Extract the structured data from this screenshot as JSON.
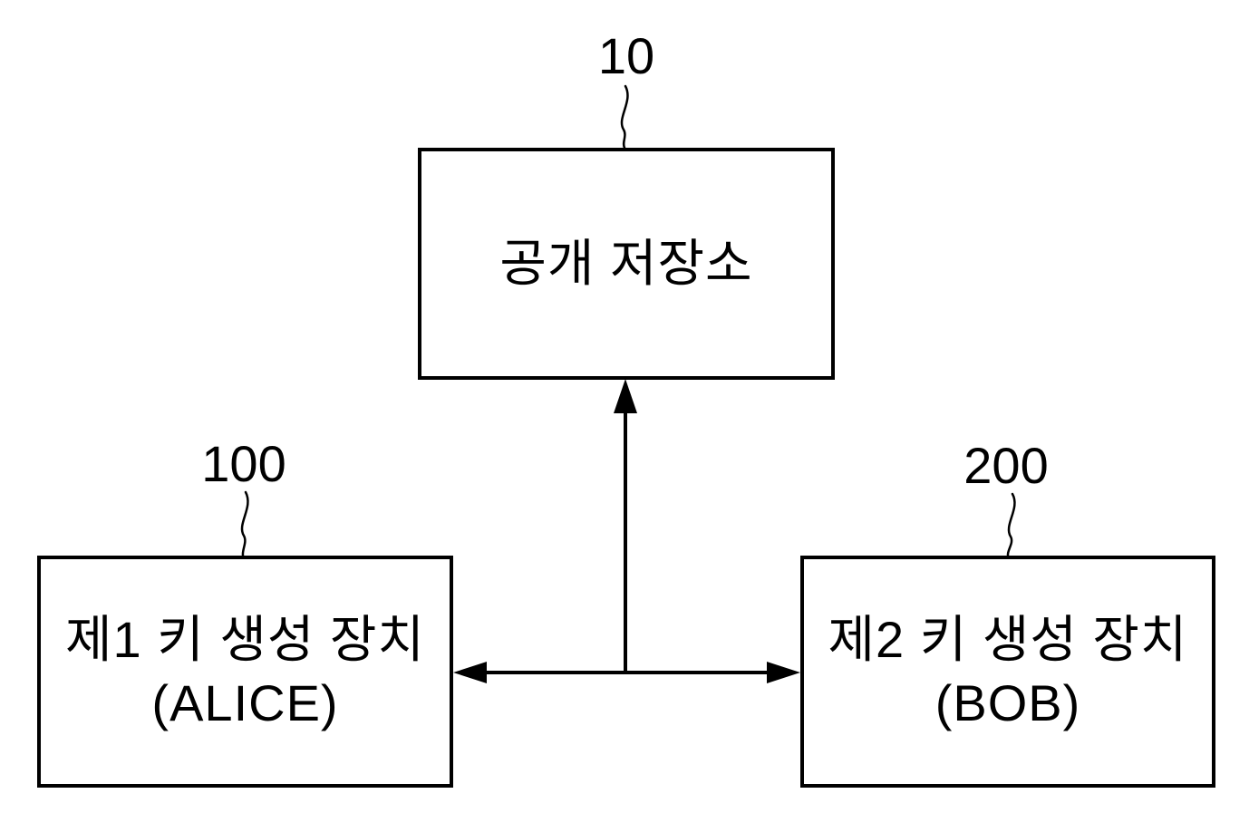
{
  "diagram": {
    "colors": {
      "background": "#ffffff",
      "stroke": "#000000",
      "text": "#000000"
    },
    "nodes": {
      "repository": {
        "ref": "10",
        "label": "공개 저장소"
      },
      "alice": {
        "ref": "100",
        "line1": "제1 키 생성 장치",
        "line2": "(ALICE)"
      },
      "bob": {
        "ref": "200",
        "line1": "제2 키 생성 장치",
        "line2": "(BOB)"
      }
    },
    "connections": [
      {
        "from": "alice",
        "to": "bob",
        "style": "double-headed-arrow"
      },
      {
        "from": "alice-bob-link-midpoint",
        "to": "repository",
        "style": "arrow-up"
      }
    ]
  }
}
